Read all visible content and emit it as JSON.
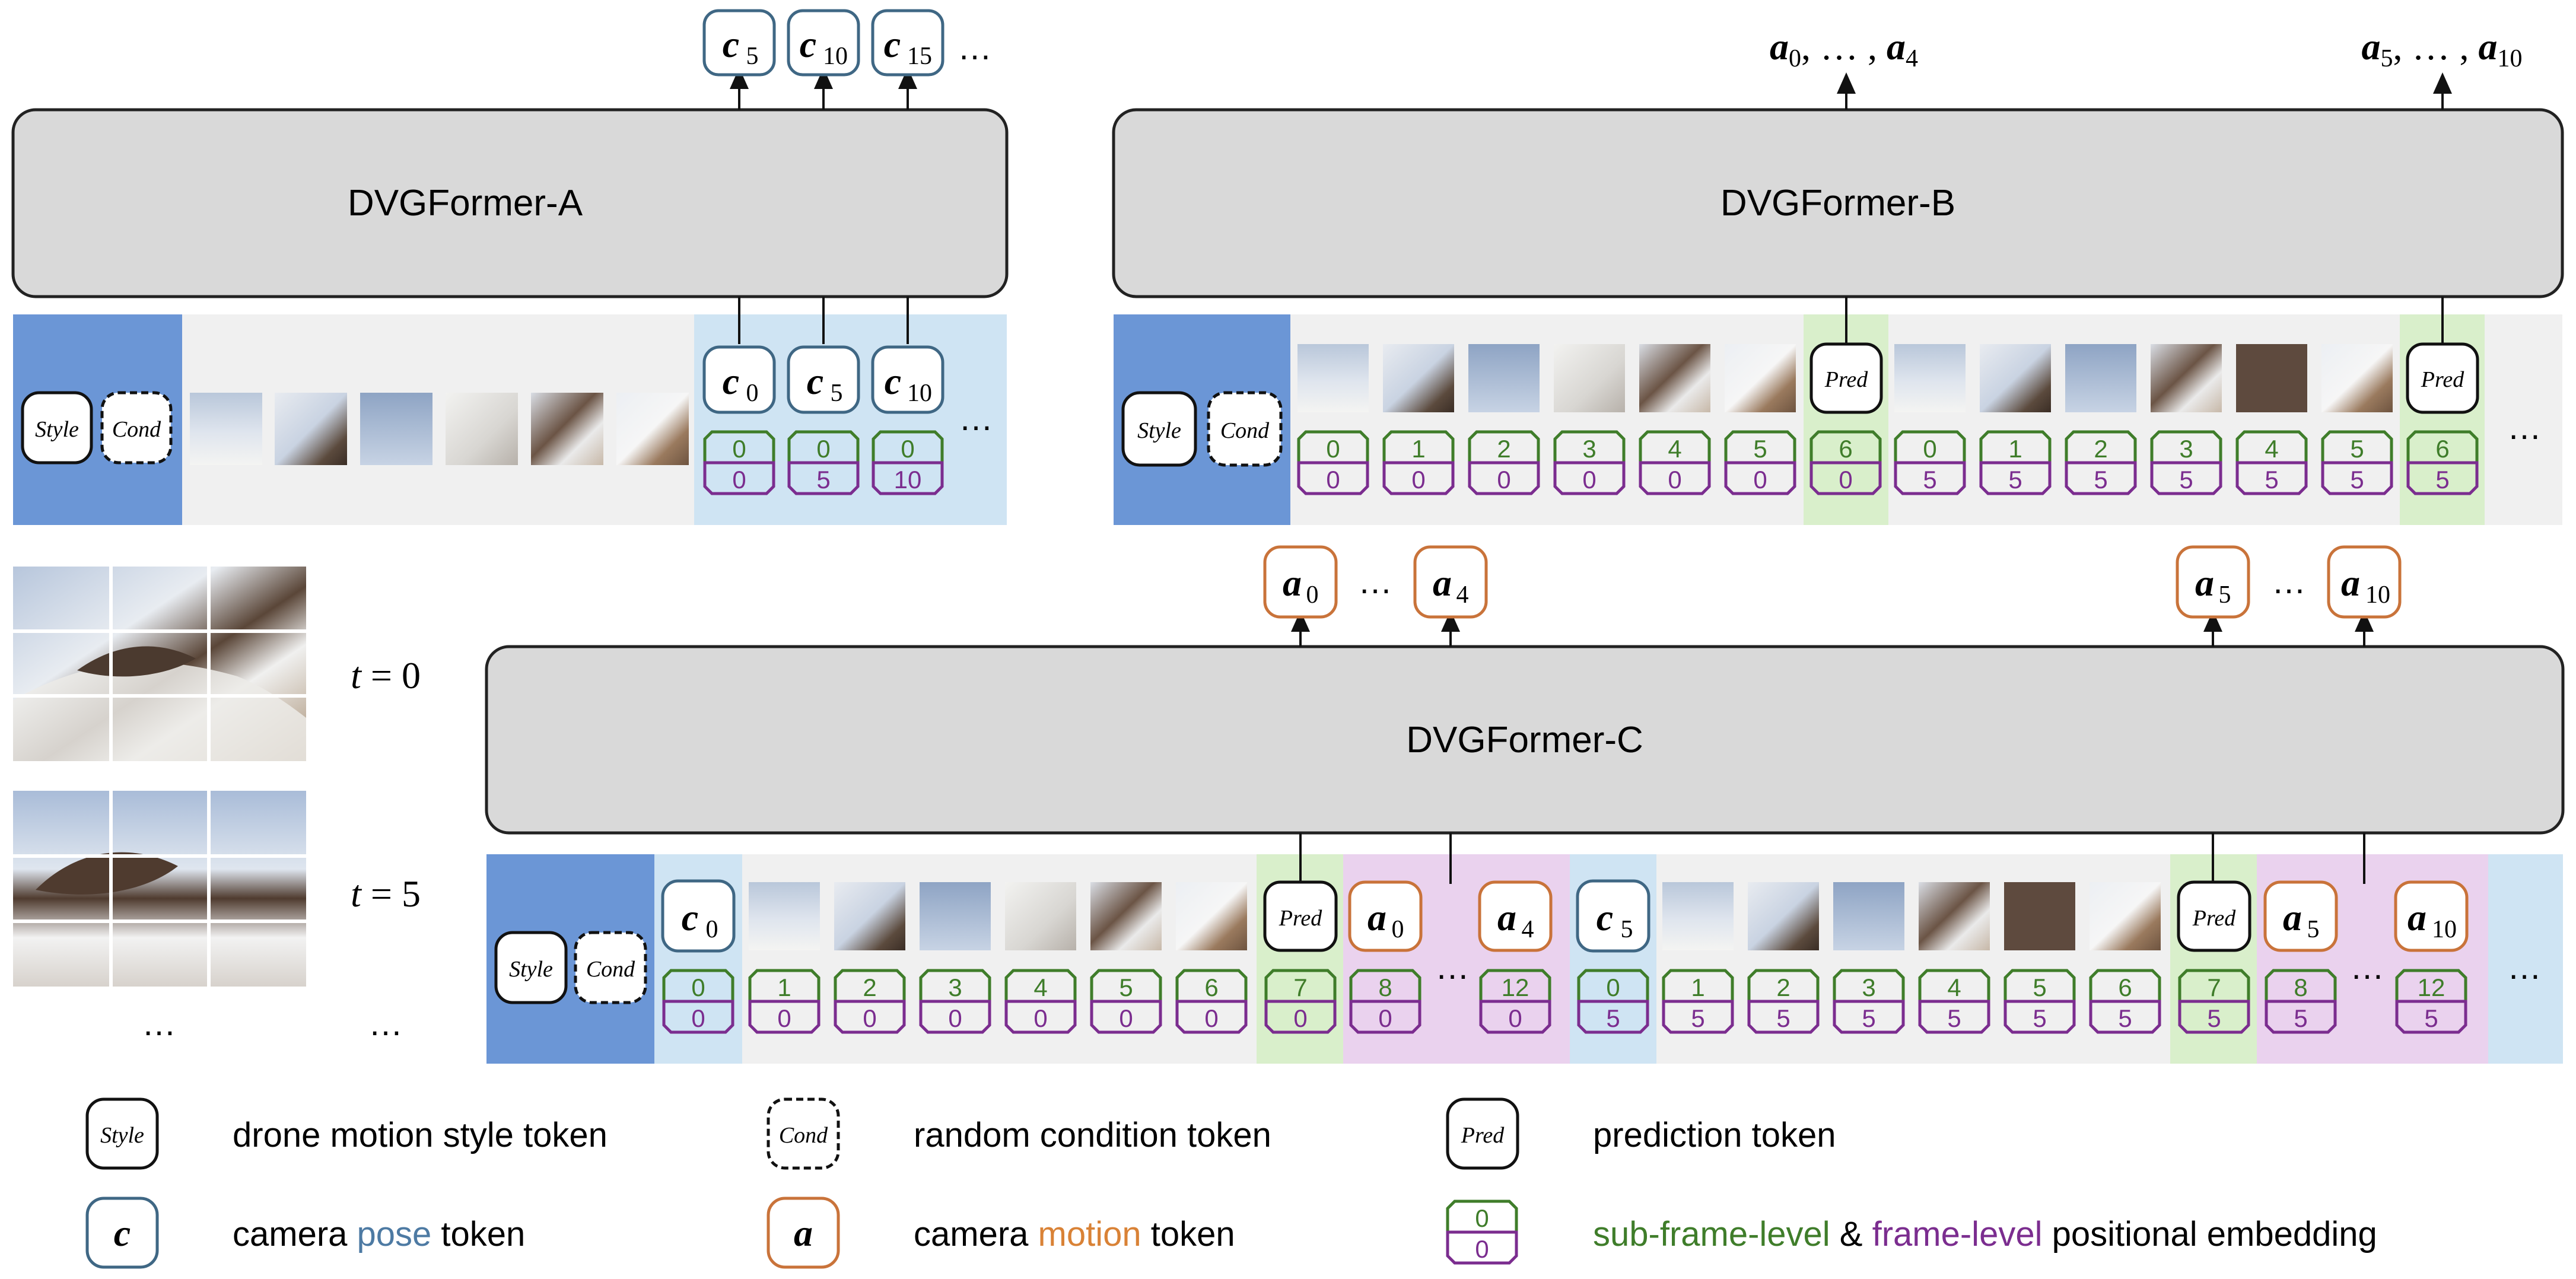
{
  "panels": {
    "A": {
      "title": "DVGFormer-A",
      "outputs": [
        {
          "sym": "c",
          "sub": "5"
        },
        {
          "sym": "c",
          "sub": "10"
        },
        {
          "sym": "c",
          "sub": "15"
        }
      ],
      "outputs_ellipsis": "…",
      "style_label": "Style",
      "cond_label": "Cond",
      "pose_tokens": [
        {
          "sym": "c",
          "sub": "0",
          "top": "0",
          "bottom": "0"
        },
        {
          "sym": "c",
          "sub": "5",
          "top": "0",
          "bottom": "5"
        },
        {
          "sym": "c",
          "sub": "10",
          "top": "0",
          "bottom": "10"
        }
      ],
      "seq_ellipsis": "…"
    },
    "B": {
      "title": "DVGFormer-B",
      "outputs": [
        {
          "a": "a",
          "sub1": "0",
          "mid": ", … , ",
          "b": "a",
          "sub2": "4"
        },
        {
          "a": "a",
          "sub1": "5",
          "mid": ", … , ",
          "b": "a",
          "sub2": "10"
        }
      ],
      "style_label": "Style",
      "cond_label": "Cond",
      "pred_label": "Pred",
      "group1": {
        "tops": [
          "0",
          "1",
          "2",
          "3",
          "4",
          "5",
          "6"
        ],
        "bottoms": [
          "0",
          "0",
          "0",
          "0",
          "0",
          "0",
          "0"
        ]
      },
      "group2": {
        "tops": [
          "0",
          "1",
          "2",
          "3",
          "4",
          "5",
          "6"
        ],
        "bottoms": [
          "5",
          "5",
          "5",
          "5",
          "5",
          "5",
          "5"
        ]
      },
      "seq_ellipsis": "…"
    },
    "C": {
      "title": "DVGFormer-C",
      "outputs": [
        {
          "sym": "a",
          "sub": "0"
        },
        {
          "sym": "a",
          "sub": "4"
        },
        {
          "sym": "a",
          "sub": "5"
        },
        {
          "sym": "a",
          "sub": "10"
        }
      ],
      "outputs_ellipsis": "…",
      "style_label": "Style",
      "cond_label": "Cond",
      "pred_label": "Pred",
      "pose_tokens": [
        {
          "sym": "c",
          "sub": "0",
          "top": "0",
          "bottom": "0"
        },
        {
          "sym": "c",
          "sub": "5",
          "top": "0",
          "bottom": "5"
        }
      ],
      "frame_pe": [
        {
          "tops": [
            "1",
            "2",
            "3",
            "4",
            "5",
            "6"
          ],
          "bottoms": [
            "0",
            "0",
            "0",
            "0",
            "0",
            "0"
          ]
        },
        {
          "tops": [
            "1",
            "2",
            "3",
            "4",
            "5",
            "6"
          ],
          "bottoms": [
            "5",
            "5",
            "5",
            "5",
            "5",
            "5"
          ]
        }
      ],
      "pred_pe": [
        {
          "top": "7",
          "bottom": "0"
        },
        {
          "top": "7",
          "bottom": "5"
        }
      ],
      "motion_groups": [
        {
          "first": {
            "sym": "a",
            "sub": "0",
            "top": "8",
            "bottom": "0"
          },
          "last": {
            "sym": "a",
            "sub": "4",
            "top": "12",
            "bottom": "0"
          }
        },
        {
          "first": {
            "sym": "a",
            "sub": "5",
            "top": "8",
            "bottom": "5"
          },
          "last": {
            "sym": "a",
            "sub": "10",
            "top": "12",
            "bottom": "5"
          }
        }
      ],
      "inner_ellipsis": "…",
      "seq_ellipsis": "…"
    }
  },
  "left_frames": {
    "labels": [
      {
        "var": "t",
        "eq": " = 0"
      },
      {
        "var": "t",
        "eq": " = 5"
      }
    ],
    "ellipsis_images": "…",
    "ellipsis_labels": "…"
  },
  "legend": {
    "style": {
      "token": "Style",
      "desc": "drone motion style token"
    },
    "cond": {
      "token": "Cond",
      "desc": "random condition token"
    },
    "pred": {
      "token": "Pred",
      "desc": "prediction token"
    },
    "pose": {
      "token": "c",
      "desc_before": "camera ",
      "desc_hl": "pose",
      "desc_after": " token"
    },
    "motion": {
      "token": "a",
      "desc_before": "camera ",
      "desc_hl": "motion",
      "desc_after": " token"
    },
    "pe": {
      "top": "0",
      "bottom": "0",
      "desc_green": "sub-frame-level",
      "desc_amp": " & ",
      "desc_purple": "frame-level",
      "desc_after": " positional embedding"
    }
  },
  "colors": {
    "style_bg": "#6b96d6",
    "pose_bg": "#cfe4f3",
    "pred_bg": "#d9efcb",
    "motion_bg": "#ead2ee",
    "seq_bg": "#f0f0f0",
    "transformer_fill": "#d9d9d9",
    "pose_border": "#3f6784",
    "motion_border": "#c9733a",
    "pe_green": "#3f7d2a",
    "pe_purple": "#7b2d8f",
    "pose_text": "#4d7aa3",
    "motion_text": "#d98236"
  }
}
